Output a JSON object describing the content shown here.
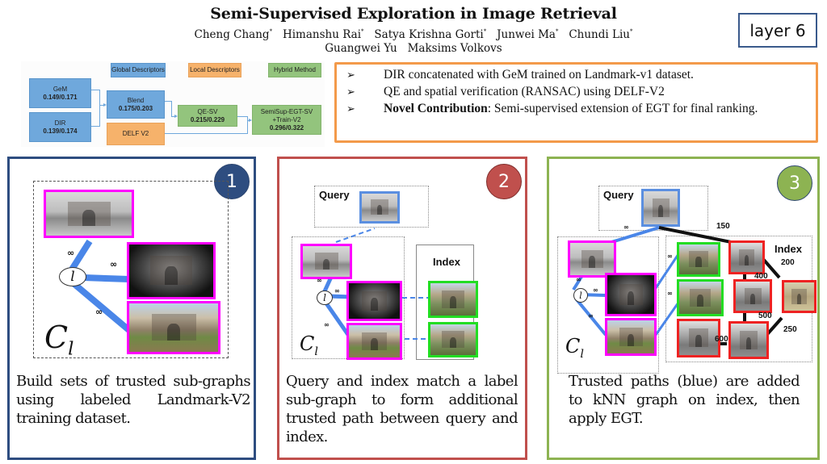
{
  "header": {
    "title": "Semi-Supervised Exploration in Image Retrieval",
    "authors_line1": [
      {
        "name": "Cheng Chang",
        "mark": "*"
      },
      {
        "name": "Himanshu Rai",
        "mark": "*"
      },
      {
        "name": "Satya Krishna Gorti",
        "mark": "*"
      },
      {
        "name": "Junwei Ma",
        "mark": "*"
      },
      {
        "name": "Chundi Liu",
        "mark": "*"
      }
    ],
    "authors_line2": [
      "Guangwei Yu",
      "Maksims Volkovs"
    ],
    "logo": "layer 6"
  },
  "pipeline": {
    "legend": [
      "Global Descriptors",
      "Local Descriptors",
      "Hybrid Method"
    ],
    "nodes": {
      "gem": {
        "name": "GeM",
        "score": "0.149/0.171"
      },
      "dir": {
        "name": "DIR",
        "score": "0.139/0.174"
      },
      "blend": {
        "name": "Blend",
        "score": "0.175/0.203"
      },
      "delf": {
        "name": "DELF V2"
      },
      "qesv": {
        "name": "QE-SV",
        "score": "0.215/0.229"
      },
      "semisup": {
        "name": "SemiSup-EGT-SV",
        "name2": "+Train-V2",
        "score": "0.296/0.322"
      }
    },
    "colors": {
      "global": "#6fa8dc",
      "local": "#f6b26b",
      "hybrid": "#93c47d"
    }
  },
  "bullets": [
    {
      "bold": "",
      "text": "DIR concatenated with GeM trained on Landmark-v1 dataset."
    },
    {
      "bold": "",
      "text": "QE and spatial verification (RANSAC) using DELF-V2"
    },
    {
      "bold": "Novel Contribution",
      "text": ": Semi-supervised extension of EGT for final ranking."
    }
  ],
  "bullet_mark": "➢",
  "panels": [
    {
      "number": "1",
      "color": "#2e4d80",
      "caption": "Build sets of trusted sub-graphs using labeled Landmark-V2 training dataset.",
      "node_label": "l",
      "cluster_label": "C",
      "cluster_sub": "l",
      "edge_label": "∞"
    },
    {
      "number": "2",
      "color": "#c0504d",
      "caption": "Query and index match a label sub-graph to form additional trusted path between query and index.",
      "query_label": "Query",
      "index_label": "Index",
      "node_label": "l",
      "cluster_label": "C",
      "cluster_sub": "l",
      "edge_label": "∞"
    },
    {
      "number": "3",
      "color": "#8db352",
      "caption": "Trusted paths (blue) are added to kNN graph on index, then apply EGT.",
      "query_label": "Query",
      "index_label": "Index",
      "node_label": "l",
      "cluster_label": "C",
      "cluster_sub": "l",
      "edge_label": "∞",
      "edge_weights": [
        "150",
        "200",
        "400",
        "500",
        "250",
        "600"
      ]
    }
  ]
}
